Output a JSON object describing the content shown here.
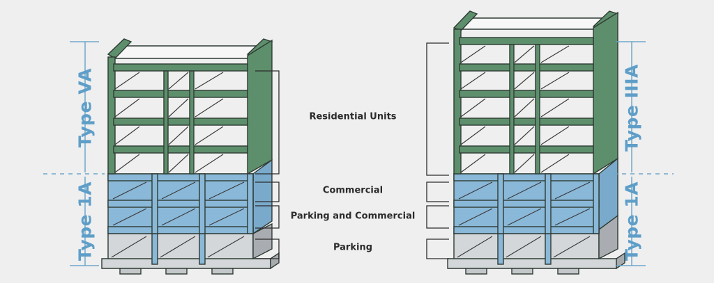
{
  "labels": {
    "left_upper": "Type VA",
    "left_lower": "Type 1A",
    "right_upper": "Type IIIA",
    "right_lower": "Type 1A"
  },
  "callouts": {
    "residential": "Residential Units",
    "commercial": "Commercial",
    "parking_commercial": "Parking and Commercial",
    "parking": "Parking"
  },
  "colors": {
    "background": "#efefef",
    "wood_frame": "#5e8f6c",
    "concrete_podium": "#8ab8d8",
    "ground_level": "#d4d7d9",
    "label_blue": "#5e9ec8",
    "line": "#2b2b2b"
  }
}
